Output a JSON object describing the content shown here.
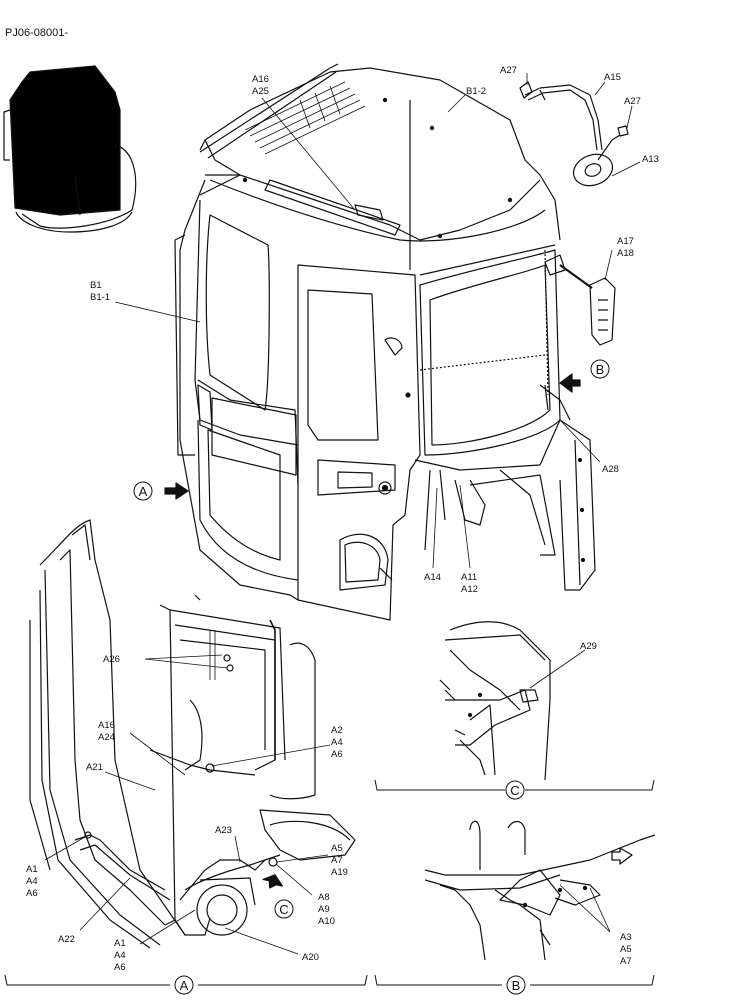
{
  "document_id": "PJ06-08001-",
  "callouts": {
    "A16_top": "A16",
    "A25": "A25",
    "B1_2": "B1-2",
    "A27_a": "A27",
    "A15": "A15",
    "A27_b": "A27",
    "A13": "A13",
    "B1": "B1",
    "B1_1": "B1-1",
    "A17": "A17",
    "A18": "A18",
    "A28": "A28",
    "A14": "A14",
    "A11": "A11",
    "A12": "A12",
    "A26": "A26",
    "A16_mid": "A16",
    "A24": "A24",
    "A21": "A21",
    "A2": "A2",
    "A4_mid": "A4",
    "A6_mid": "A6",
    "A29": "A29",
    "A23": "A23",
    "A5_mid": "A5",
    "A7_mid": "A7",
    "A19": "A19",
    "A1_left": "A1",
    "A4_left": "A4",
    "A6_left": "A6",
    "A8": "A8",
    "A9": "A9",
    "A10": "A10",
    "A22": "A22",
    "A1_bot": "A1",
    "A4_bot": "A4",
    "A6_bot": "A6",
    "A20": "A20",
    "A3": "A3",
    "A5_bot": "A5",
    "A7_bot": "A7"
  },
  "view_markers": {
    "B_main": "B",
    "A_main": "A",
    "C_detail": "C",
    "C_view": "C",
    "A_view": "A",
    "B_view": "B"
  }
}
